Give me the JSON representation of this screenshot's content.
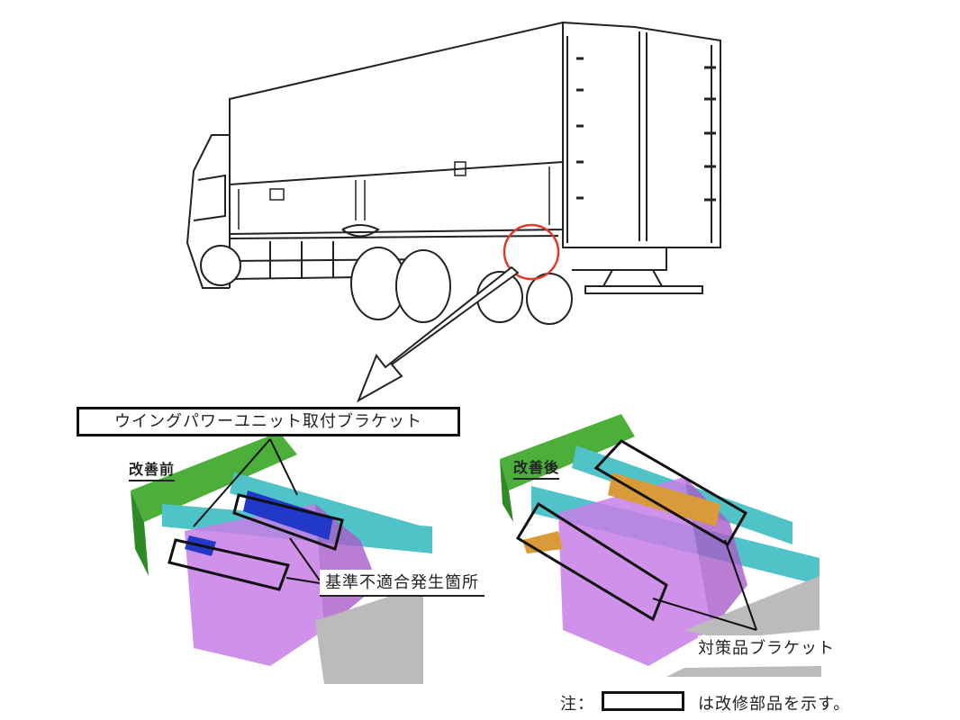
{
  "labels": {
    "bracket_name": "ウイングパワーユニット取付ブラケット",
    "before": "改善前",
    "after": "改善後",
    "defect_location": "基準不適合発生箇所",
    "countermeasure_bracket": "対策品ブラケット",
    "note_prefix": "注：",
    "note_text": "は改修部品を示す。"
  },
  "colors": {
    "highlight_circle": "#e03a2a",
    "frame_green": "#4caf3a",
    "rail_cyan": "#4fc3c8",
    "unit_purple": "#c77ee6",
    "bracket_blue": "#2238c8",
    "bracket_orange": "#d99a3a"
  }
}
